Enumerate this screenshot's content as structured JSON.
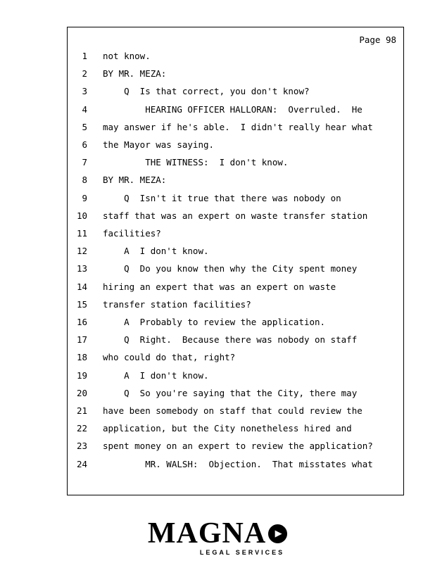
{
  "page": {
    "page_label": "Page 98",
    "lines": [
      {
        "num": "1",
        "text": "not know."
      },
      {
        "num": "2",
        "text": "BY MR. MEZA:"
      },
      {
        "num": "3",
        "text": "    Q  Is that correct, you don't know?"
      },
      {
        "num": "4",
        "text": "        HEARING OFFICER HALLORAN:  Overruled.  He"
      },
      {
        "num": "5",
        "text": "may answer if he's able.  I didn't really hear what"
      },
      {
        "num": "6",
        "text": "the Mayor was saying."
      },
      {
        "num": "7",
        "text": "        THE WITNESS:  I don't know."
      },
      {
        "num": "8",
        "text": "BY MR. MEZA:"
      },
      {
        "num": "9",
        "text": "    Q  Isn't it true that there was nobody on"
      },
      {
        "num": "10",
        "text": "staff that was an expert on waste transfer station"
      },
      {
        "num": "11",
        "text": "facilities?"
      },
      {
        "num": "12",
        "text": "    A  I don't know."
      },
      {
        "num": "13",
        "text": "    Q  Do you know then why the City spent money"
      },
      {
        "num": "14",
        "text": "hiring an expert that was an expert on waste"
      },
      {
        "num": "15",
        "text": "transfer station facilities?"
      },
      {
        "num": "16",
        "text": "    A  Probably to review the application."
      },
      {
        "num": "17",
        "text": "    Q  Right.  Because there was nobody on staff"
      },
      {
        "num": "18",
        "text": "who could do that, right?"
      },
      {
        "num": "19",
        "text": "    A  I don't know."
      },
      {
        "num": "20",
        "text": "    Q  So you're saying that the City, there may"
      },
      {
        "num": "21",
        "text": "have been somebody on staff that could review the"
      },
      {
        "num": "22",
        "text": "application, but the City nonetheless hired and"
      },
      {
        "num": "23",
        "text": "spent money on an expert to review the application?"
      },
      {
        "num": "24",
        "text": "        MR. WALSH:  Objection.  That misstates what"
      }
    ]
  },
  "footer": {
    "brand": "MAGNA",
    "tagline": "LEGAL SERVICES",
    "arrow_icon": "▶",
    "brand_color": "#000000"
  }
}
